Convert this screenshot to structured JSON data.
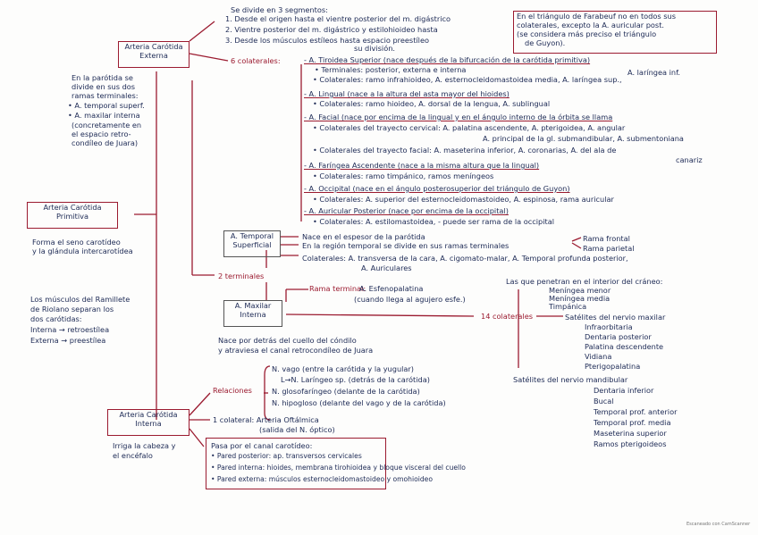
{
  "ext": {
    "title": "Arteria Carótida Externa",
    "division_header": "Se divide en 3 segmentos:",
    "seg1": "1. Desde el origen hasta el vientre posterior del m. digástrico",
    "seg2": "2. Vientre posterior del m. digástrico y estilohioideo hasta",
    "seg3": "3. Desde los músculos estíleos hasta espacio preestíleo",
    "seg3b": "su división.",
    "farabeuf": [
      "En el triángulo de Farabeuf no en todos sus",
      "colaterales, excepto la A. auricular post.",
      "(se considera más preciso el triángulo",
      "de Guyon)."
    ],
    "parotida": [
      "En la parótida se",
      "divide en sus dos",
      "ramas terminales:",
      "• A. temporal superf.",
      "• A. maxilar interna",
      "(concretamente en",
      "el espacio retro-",
      "condíleo de Juara)"
    ],
    "colaterales_label": "6 colaterales:",
    "tiroidea": [
      "- A. Tiroidea Superior (nace después de la bifurcación de la carótida primitiva)",
      "• Terminales: posterior, externa e interna",
      "A. laríngea inf.",
      "• Colaterales: ramo infrahioideo, A. esternocleidomastoidea media, A. laríngea sup.,"
    ],
    "lingual": [
      "- A. Lingual (nace a la altura del asta mayor del hioides)",
      "• Colaterales: ramo hioideo, A. dorsal de la lengua, A. sublingual"
    ],
    "facial": [
      "- A. Facial (nace por encima de la lingual y en el ángulo interno de la órbita se llama",
      "• Colaterales del trayecto cervical: A. palatina ascendente, A. pterigoidea, A. angular",
      "A. principal de la gl. submandibular, A. submentoniana",
      "• Colaterales del trayecto facial: A. maseterina inferior, A. coronarias, A. del ala de",
      "canariz"
    ],
    "faringea": [
      "- A. Faríngea Ascendente (nace a la misma altura que la lingual)",
      "• Colaterales: ramo timpánico, ramos meníngeos"
    ],
    "occipital": [
      "- A. Occipital (nace en el ángulo posterosuperior del triángulo de Guyon)",
      "• Colaterales: A. superior del esternocleidomastoideo, A. espinosa, rama auricular"
    ],
    "auricular": [
      "- A. Auricular Posterior (nace por encima de la occipital)",
      "• Colaterales: A. estilomastoidea, - puede ser rama de la occipital"
    ]
  },
  "primitiva": {
    "title": "Arteria Carótida Primitiva",
    "note": [
      "Forma el seno carotídeo",
      "y la glándula intercarotídea"
    ],
    "muscles": [
      "Los músculos del Ramillete",
      "de Riolano separan los",
      "dos carótidas:",
      "Interna → retroestílea",
      "Externa → preestílea"
    ]
  },
  "temporal": {
    "title": "A. Temporal Superficial",
    "l1": "Nace en el espesor de la parótida",
    "l2": "En la región temporal se divide en sus ramas terminales",
    "term1": "Rama frontal",
    "term2": "Rama parietal",
    "col": "Colaterales: A. transversa de la cara, A. cigomato-malar, A. Temporal profunda posterior,",
    "col2": "A. Auriculares"
  },
  "terminales_label": "2 terminales",
  "maxilar": {
    "title": "A. Maxilar Interna",
    "rama_terminal": "Rama terminal:",
    "esfeno": "A. Esfenopalatina",
    "esfeno_note": "(cuando llega al agujero esfe.)",
    "nace": [
      "Nace por detrás del cuello del cóndilo",
      "y atraviesa el canal retrocondíleo de Juara"
    ],
    "col_label": "14 colaterales",
    "craneo_header": "Las que penetran en el interior del cráneo:",
    "craneo": [
      "Meníngea menor",
      "Meníngea media",
      "Timpánica"
    ],
    "sat_max_header": "Satélites del nervio maxilar",
    "sat_max": [
      "Infraorbitaria",
      "Dentaria posterior",
      "Palatina descendente",
      "Vidiana",
      "Pterigopalatina"
    ],
    "sat_mand_header": "Satélites del nervio mandibular",
    "sat_mand": [
      "Dentaria inferior",
      "Bucal",
      "Temporal prof. anterior",
      "Temporal prof. media",
      "Maseterina superior",
      "Ramos pterigoideos"
    ]
  },
  "interna": {
    "title": "Arteria Carótida Interna",
    "note": [
      "Irriga la cabeza y",
      "el encéfalo"
    ],
    "relaciones": "Relaciones",
    "rel": [
      "N. vago (entre la carótida y la yugular)",
      "L→N. Laríngeo sp. (detrás de la carótida)",
      "N. glosofaríngeo (delante de la carótida)",
      "N. hipogloso (delante del vago y de la carótida)"
    ],
    "colateral": "1 colateral: Arteria Oftálmica",
    "colateral_note": "(salida del N. óptico)",
    "canal": [
      "Pasa por el canal carotídeo:",
      "• Pared posterior: ap. transversos cervicales",
      "• Pared interna: hioides, membrana tirohioidea y bloque visceral del cuello",
      "• Pared externa: músculos esternocleidomastoideo y omohioideo"
    ]
  },
  "watermark": "Escaneado con CamScanner"
}
